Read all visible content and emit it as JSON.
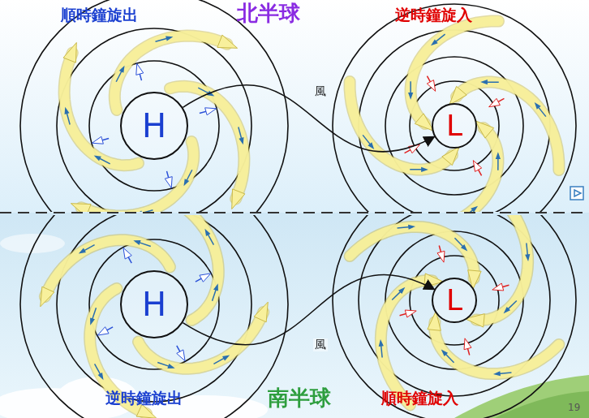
{
  "diagram": {
    "nodes": [
      {
        "text": [
          "H"
        ]
      },
      {
        "text": [
          "L"
        ]
      },
      {
        "text": [
          "H"
        ]
      },
      {
        "text": [
          "L"
        ]
      }
    ],
    "edges": [
      {
        "from": 0,
        "to": 1,
        "arrow": "to",
        "label": "風"
      },
      {
        "from": 2,
        "to": 3,
        "arrow": "to",
        "label": "風"
      }
    ],
    "labels": [
      "順時鐘旋出",
      "北半球",
      "逆時鐘旋入",
      "逆時鐘旋出",
      "南半球",
      "順時鐘旋入",
      "19"
    ]
  }
}
